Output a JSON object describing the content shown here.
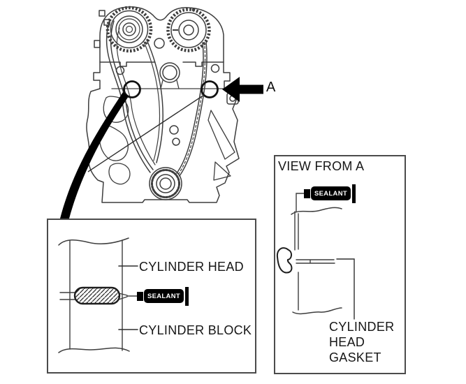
{
  "figure": {
    "background_color": "#ffffff",
    "line_color": "#3d3d3d",
    "ink_color": "#000000",
    "box_border_color": "#4b4b4b",
    "main_view": {
      "arrow_label": "A"
    },
    "detail_left": {
      "cylinder_head_label": "CYLINDER HEAD",
      "cylinder_block_label": "CYLINDER BLOCK",
      "sealant_label": "SEALANT"
    },
    "detail_right": {
      "title": "VIEW FROM A",
      "sealant_label": "SEALANT",
      "gasket_label": "CYLINDER HEAD GASKET"
    }
  }
}
